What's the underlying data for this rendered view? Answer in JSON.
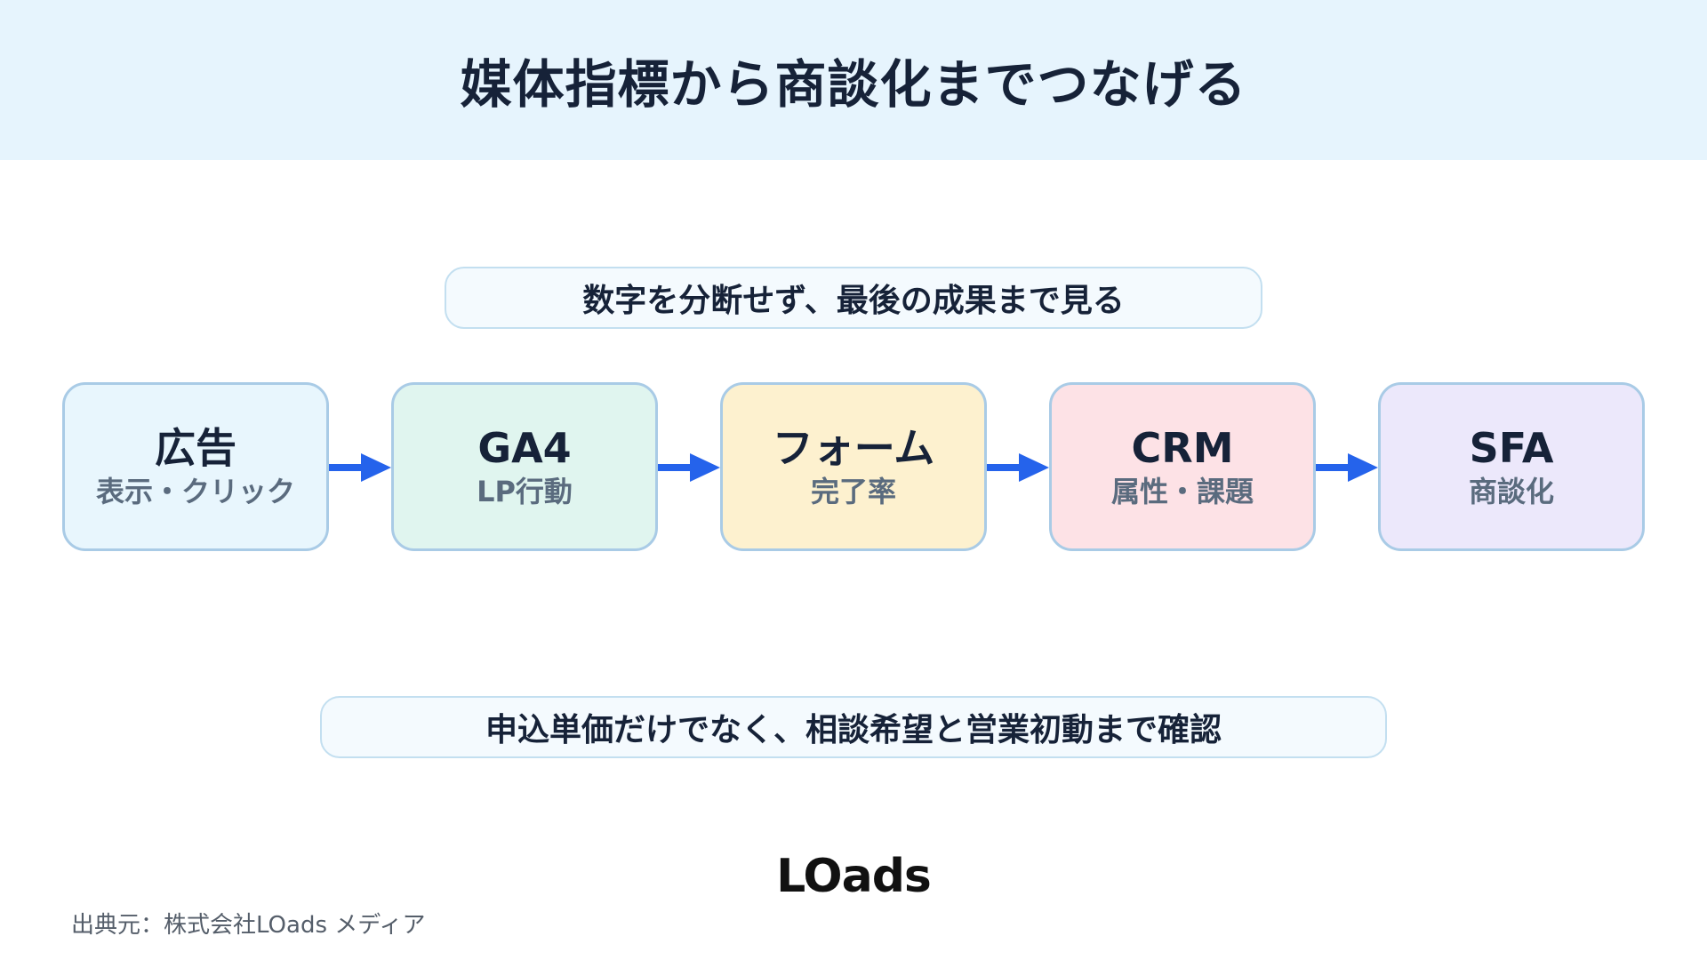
{
  "title": "媒体指標から商談化までつなげる",
  "top_message": "数字を分断せず、最後の成果まで見る",
  "bottom_message": "申込単価だけでなく、相談希望と営業初動まで確認",
  "steps": [
    {
      "title": "広告",
      "subtitle": "表示・クリック",
      "color": "#e8f6fd"
    },
    {
      "title": "GA4",
      "subtitle": "LP行動",
      "color": "#e0f5ef"
    },
    {
      "title": "フォーム",
      "subtitle": "完了率",
      "color": "#fdf1cf"
    },
    {
      "title": "CRM",
      "subtitle": "属性・課題",
      "color": "#fde2e6"
    },
    {
      "title": "SFA",
      "subtitle": "商談化",
      "color": "#ece8fb"
    }
  ],
  "arrow_color": "#2563eb",
  "logo_text": "LOads",
  "source": "出典元：株式会社LOads メディア"
}
